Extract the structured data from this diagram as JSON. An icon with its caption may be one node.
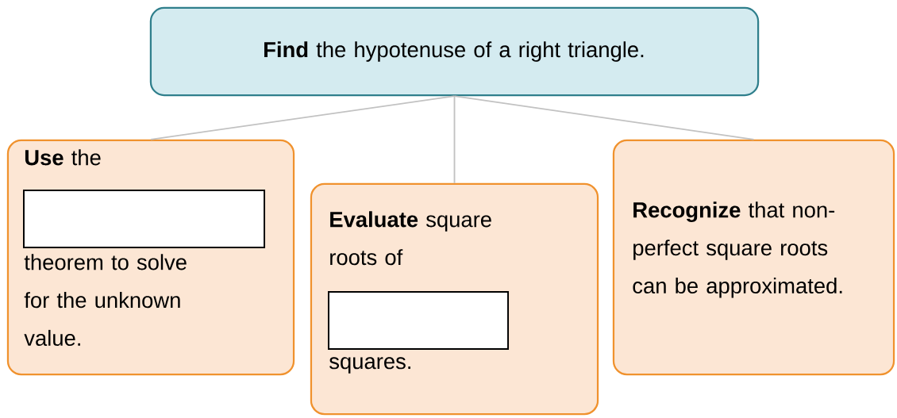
{
  "diagram": {
    "nodes": [
      {
        "text": [
          "**Find** the hypotenuse of a right triangle."
        ]
      },
      {
        "text": [
          "**Use** the",
          "theorem to solve for the unknown value."
        ]
      },
      {
        "text": [],
        "shape": "box",
        "in": 1
      },
      {
        "text": [
          "**Evaluate** square roots of",
          "squares."
        ]
      },
      {
        "text": [],
        "shape": "box",
        "in": 3
      },
      {
        "text": [
          "**Recognize** that non-perfect square roots can be approximated."
        ]
      }
    ],
    "edges": [
      {
        "from": 0,
        "to": 1,
        "arrow": "none"
      },
      {
        "from": 0,
        "to": 3,
        "arrow": "none"
      },
      {
        "from": 0,
        "to": 5,
        "arrow": "none"
      }
    ]
  }
}
